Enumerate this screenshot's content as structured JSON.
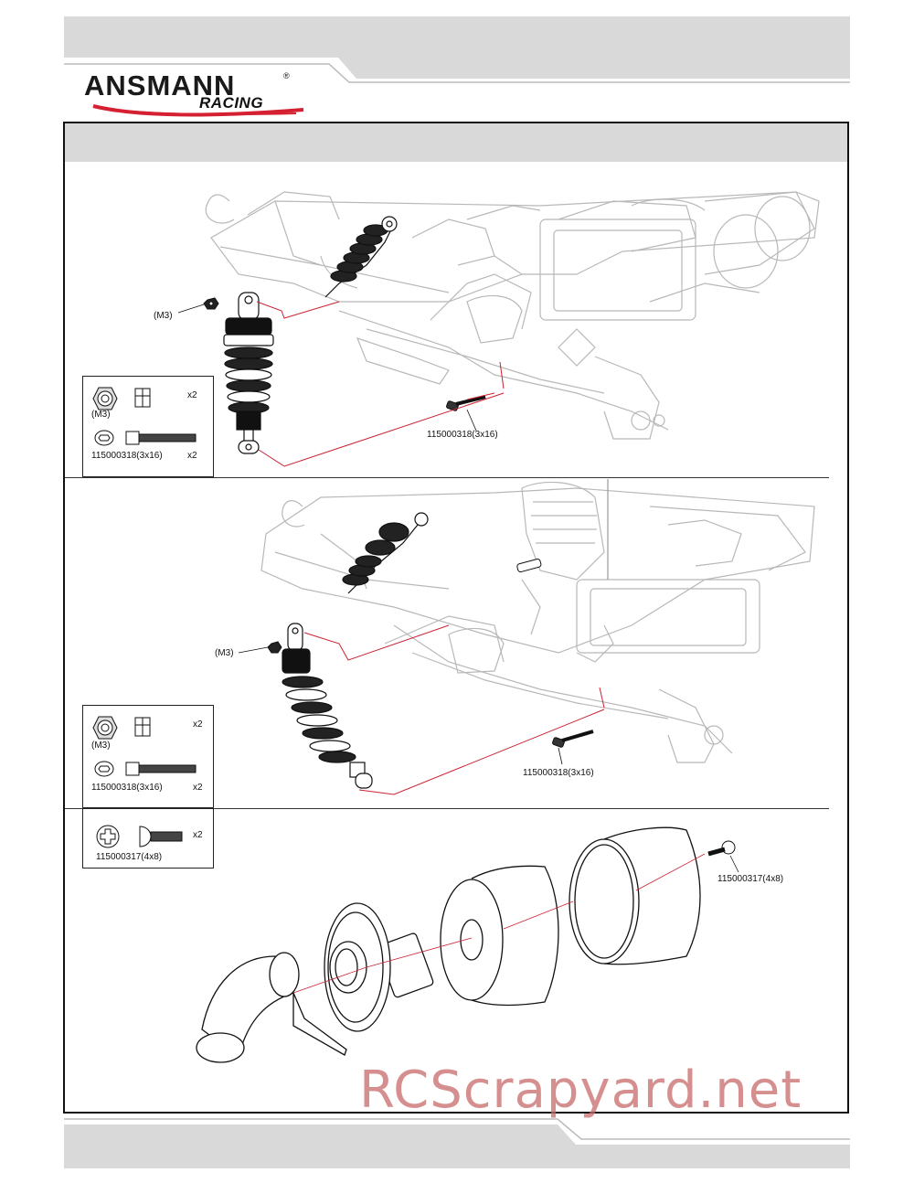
{
  "brand": {
    "name": "ANSMANN",
    "sub": "RACING",
    "reg": "®"
  },
  "section1": {
    "nut_callout": "(M3)",
    "screw_callout": "115000318(3x16)",
    "parts": {
      "nut_label": "(M3)",
      "nut_qty": "x2",
      "screw_label": "115000318(3x16)",
      "screw_qty": "x2"
    }
  },
  "section2": {
    "nut_callout": "(M3)",
    "screw_callout": "115000318(3x16)",
    "parts": {
      "nut_label": "(M3)",
      "nut_qty": "x2",
      "screw_label": "115000318(3x16)",
      "screw_qty": "x2"
    }
  },
  "section3": {
    "screw_callout": "115000317(4x8)",
    "parts": {
      "screw_label": "115000317(4x8)",
      "screw_qty": "x2"
    }
  },
  "watermark": "RCScrapyard.net",
  "colors": {
    "band_gray": "#d9d9d9",
    "frame": "#111111",
    "callout_red": "#cc2233",
    "watermark": "#c86a6a"
  }
}
